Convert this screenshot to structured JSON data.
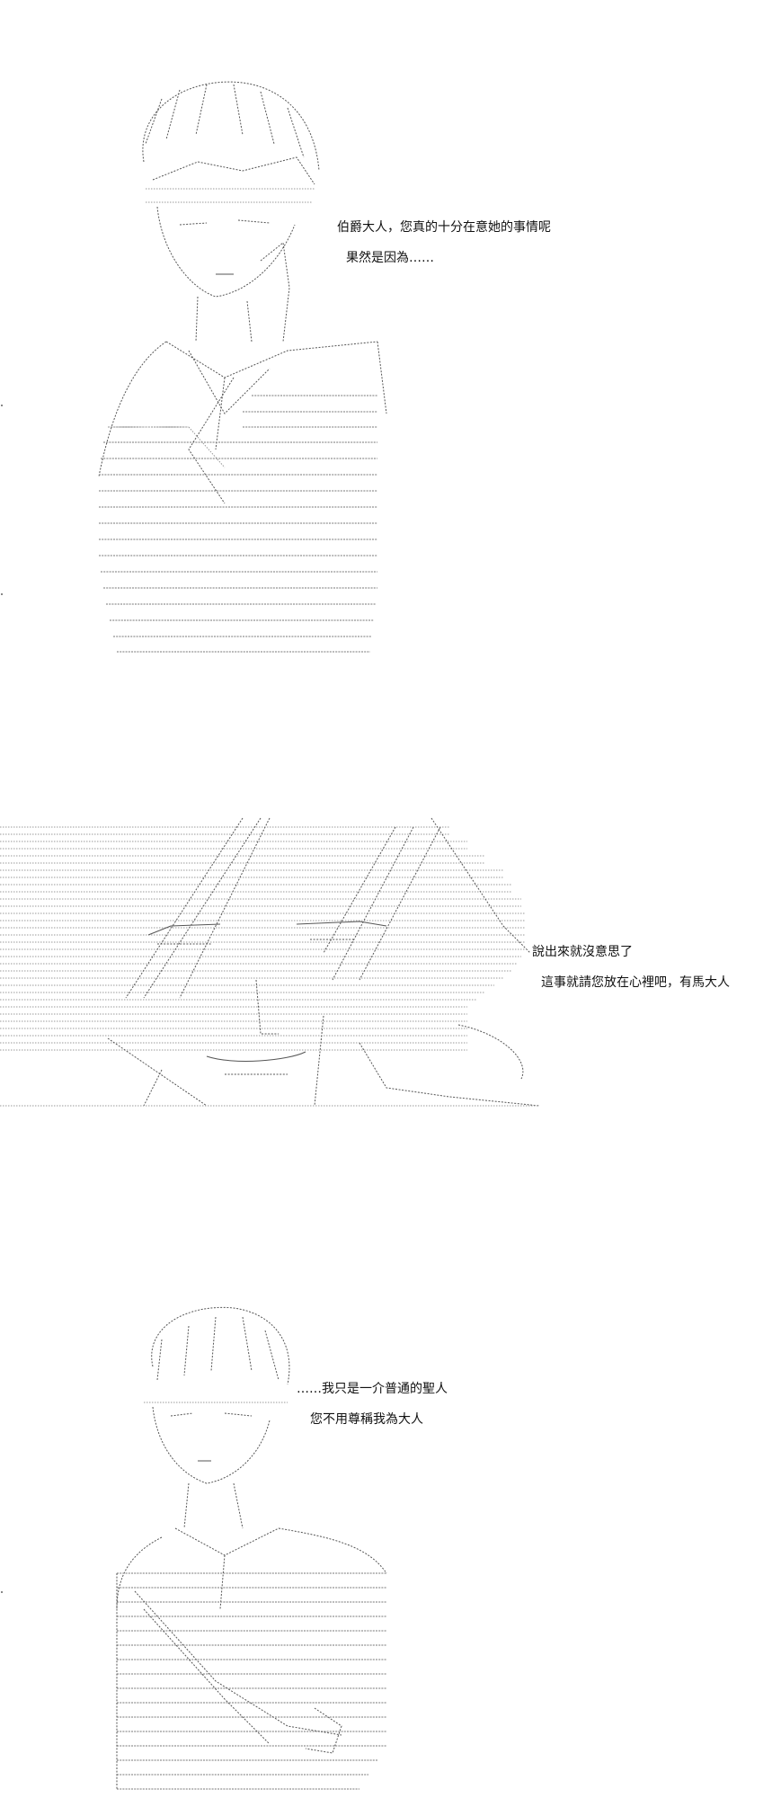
{
  "panels": [
    {
      "id": "panel-1",
      "dialogue": [
        "伯爵大人，您真的十分在意她的事情呢",
        "果然是因為……"
      ]
    },
    {
      "id": "panel-2",
      "dialogue": [
        "說出來就沒意思了",
        "這事就請您放在心裡吧，有馬大人"
      ]
    },
    {
      "id": "panel-3",
      "dialogue": [
        "……我只是一介普通的聖人",
        "您不用尊稱我為大人"
      ]
    }
  ],
  "colors": {
    "background": "#ffffff",
    "text": "#111111",
    "art_stroke": "#555555"
  }
}
